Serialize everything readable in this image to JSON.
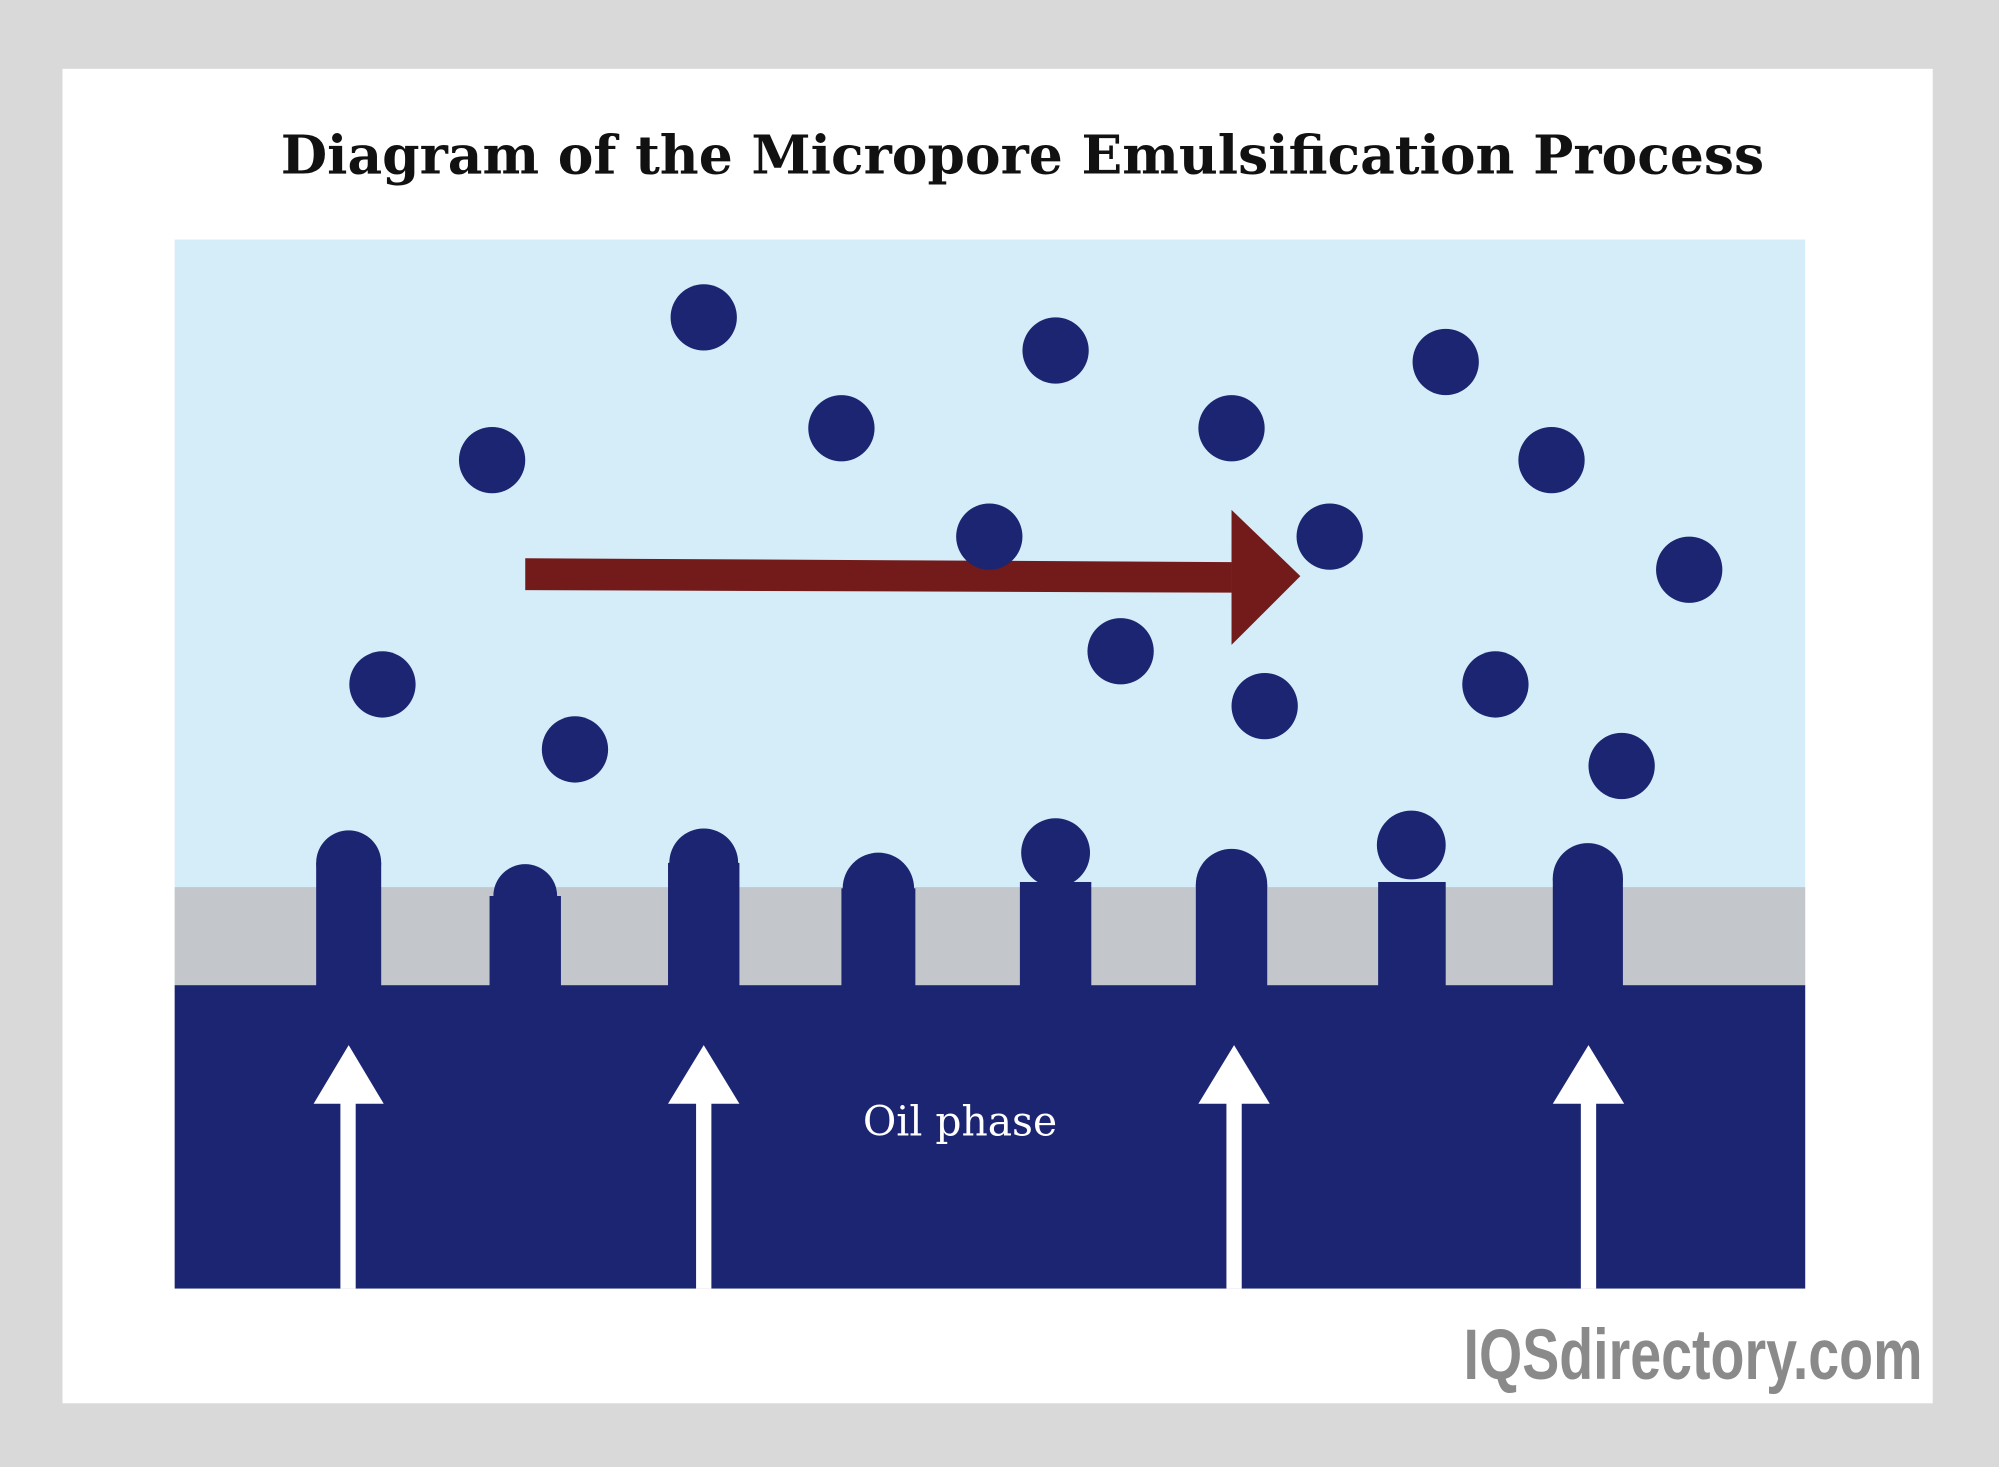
{
  "title": "Diagram of the Micropore Emulsification Process",
  "labels": {
    "oil_phase": "Oil phase"
  },
  "watermark": "IQSdirectory.com",
  "colors": {
    "frame": "#d9d9d9",
    "background": "#ffffff",
    "water_phase": "#d4edf9",
    "membrane": "#c3c6ca",
    "oil_and_droplets": "#1b2571",
    "flow_arrow": "#731a1a",
    "pressure_arrows": "#ffffff"
  }
}
